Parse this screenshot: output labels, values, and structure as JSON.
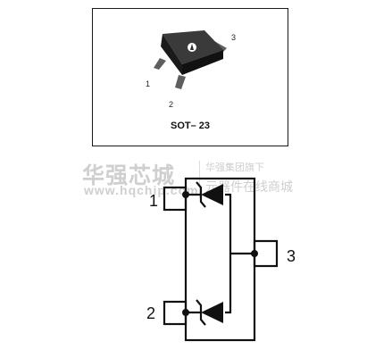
{
  "package": {
    "name": "SOT– 23",
    "pins": [
      "1",
      "2",
      "3"
    ],
    "body_color": "#2a2a2a",
    "lead_color": "#6d6d6d"
  },
  "watermark": {
    "logo": "华强芯城",
    "url": "www.hqchip.com",
    "tagline_top": "华强集团旗下",
    "tagline_bottom": "元器件在线商城",
    "color": "#cfcfcf"
  },
  "schematic": {
    "pins": [
      {
        "label": "1"
      },
      {
        "label": "2"
      },
      {
        "label": "3"
      }
    ],
    "diode_icons": [
      "zener-diode-icon",
      "zener-diode-icon"
    ],
    "line_color": "#111111"
  }
}
